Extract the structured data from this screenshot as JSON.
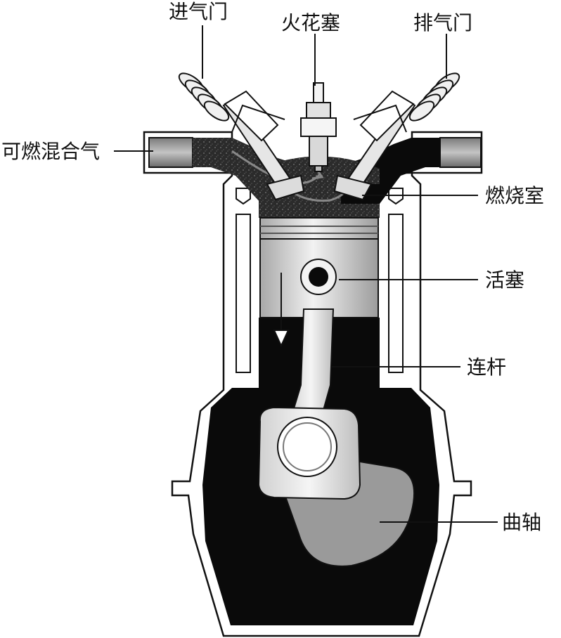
{
  "labels": {
    "intake_valve": "进气门",
    "spark_plug": "火花塞",
    "exhaust_valve": "排气门",
    "mixture": "可燃混合气",
    "combustion_chamber": "燃烧室",
    "piston": "活塞",
    "connecting_rod": "连杆",
    "crankshaft": "曲轴"
  },
  "colors": {
    "line": "#111111",
    "block": "#ffffff",
    "dark": "#0a0a0a",
    "metal": "#cfcfcf",
    "metal_light": "#ececec",
    "crank": "#9a9a9a",
    "mixture": "#3a3a3a"
  }
}
